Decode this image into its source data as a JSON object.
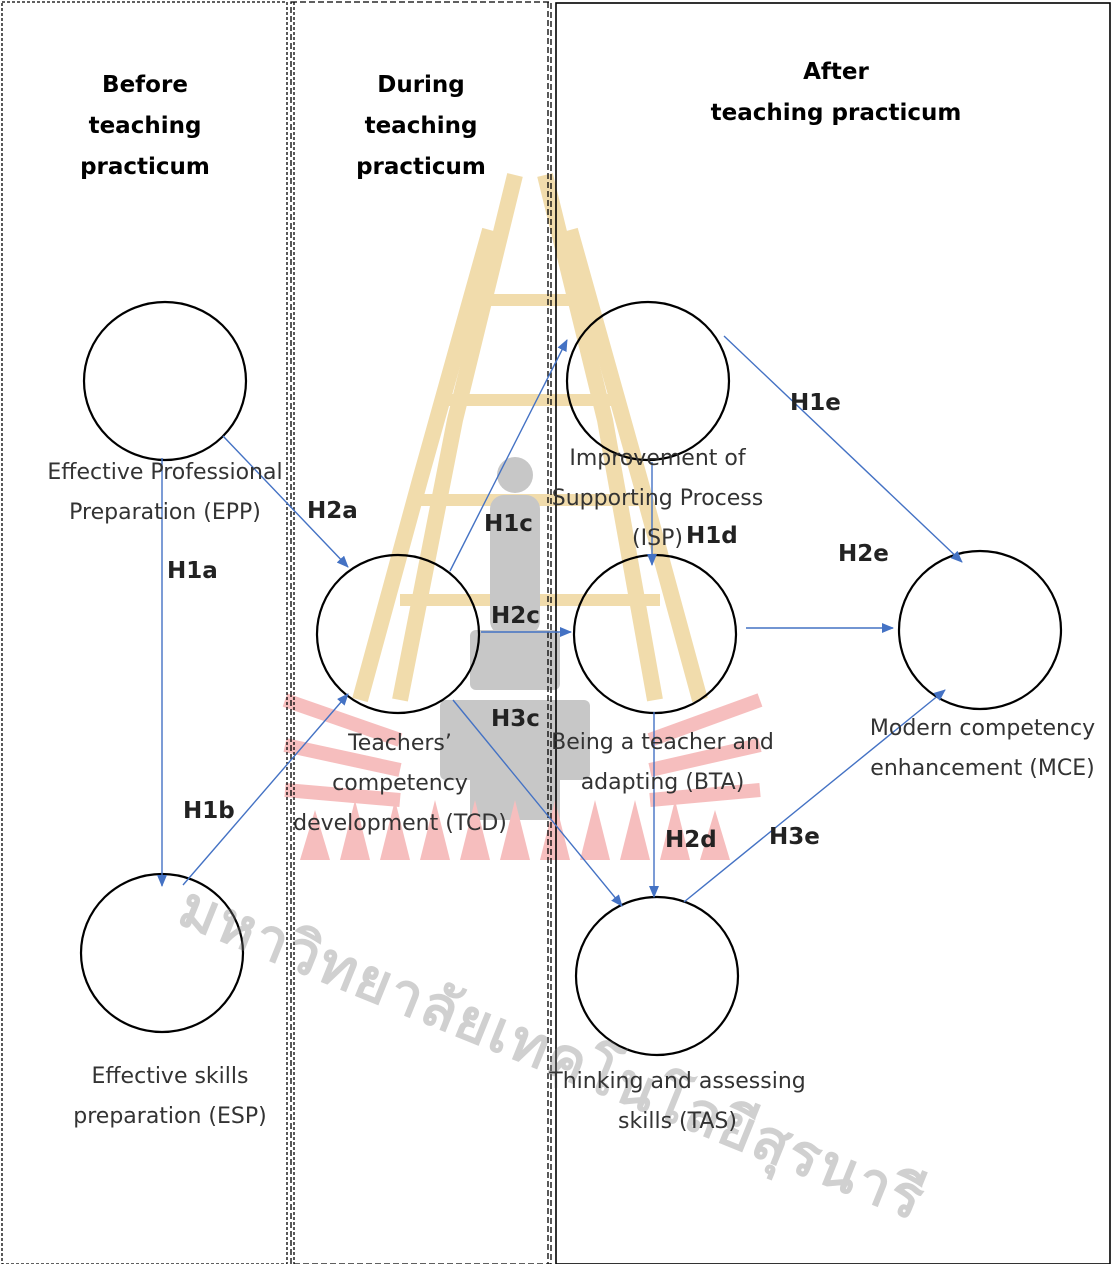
{
  "phases": {
    "before": "Before\nteaching practicum",
    "during": "During\nteaching\npracticum",
    "after": "After\nteaching practicum"
  },
  "nodes": {
    "epp": "Effective Professional\nPreparation (EPP)",
    "esp": "Effective skills\npreparation (ESP)",
    "tcd": "Teachers’\ncompetency\ndevelopment (TCD)",
    "isp": "Improvement of\nSupporting Process\n(ISP)",
    "bta": "Being a teacher and\nadapting (BTA)",
    "tas": "Thinking and assessing\nskills (TAS)",
    "mce": "Modern competency\nenhancement (MCE)"
  },
  "hypotheses": {
    "h1a": "H1a",
    "h1b": "H1b",
    "h1c": "H1c",
    "h1d": "H1d",
    "h1e": "H1e",
    "h2a": "H2a",
    "h2c": "H2c",
    "h2d": "H2d",
    "h2e": "H2e",
    "h3c": "H3c",
    "h3e": "H3e"
  },
  "watermark": {
    "thai_text": "มหาวิทยาลัยเทคโนโลยีสุรนารี"
  },
  "colors": {
    "arrow": "#4472c4",
    "watermark_red": "#f08a8a",
    "watermark_gold": "#e6c06a",
    "watermark_gray": "#9a9a9a"
  }
}
